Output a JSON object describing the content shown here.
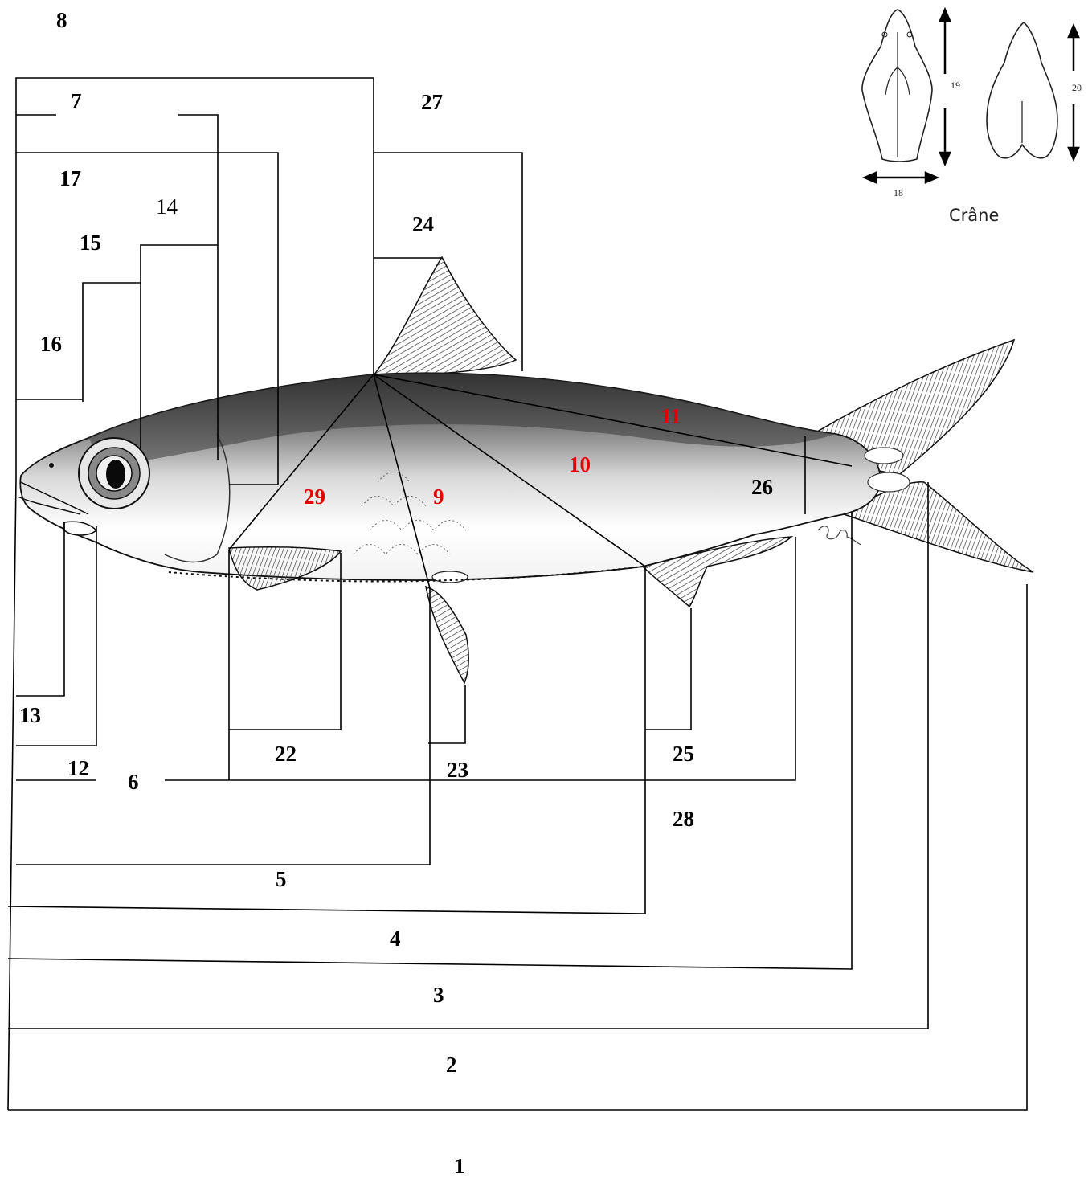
{
  "diagram": {
    "labels": {
      "l1": "1",
      "l2": "2",
      "l3": "3",
      "l4": "4",
      "l5": "5",
      "l6": "6",
      "l7": "7",
      "l8": "8",
      "l9": "9",
      "l10": "10",
      "l11": "11",
      "l12": "12",
      "l13": "13",
      "l14": "14",
      "l15": "15",
      "l16": "16",
      "l17": "17",
      "l22": "22",
      "l23": "23",
      "l24": "24",
      "l25": "25",
      "l26": "26",
      "l27": "27",
      "l28": "28",
      "l29": "29"
    },
    "skull": {
      "caption": "Crâne",
      "width_label": "18",
      "length_label": "19",
      "length_label_2": "20"
    },
    "colors": {
      "label": "#000000",
      "highlight_label": "#e00000",
      "line": "#000000"
    }
  }
}
